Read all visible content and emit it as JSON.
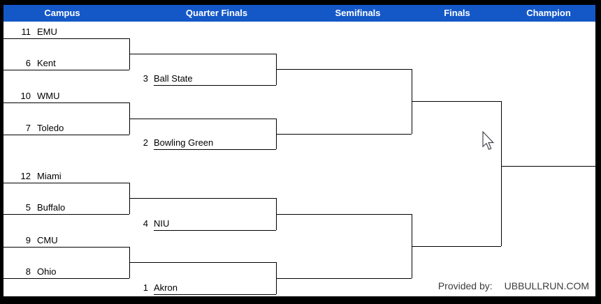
{
  "header": {
    "columns": [
      "Campus",
      "Quarter Finals",
      "Semifinals",
      "Finals",
      "Champion"
    ],
    "background_color": "#1458C8",
    "text_color": "#FFFFFF"
  },
  "bracket": {
    "campus_round": [
      {
        "seed": "11",
        "name": "EMU"
      },
      {
        "seed": "6",
        "name": "Kent"
      },
      {
        "seed": "10",
        "name": "WMU"
      },
      {
        "seed": "7",
        "name": "Toledo"
      },
      {
        "seed": "12",
        "name": "Miami"
      },
      {
        "seed": "5",
        "name": "Buffalo"
      },
      {
        "seed": "9",
        "name": "CMU"
      },
      {
        "seed": "8",
        "name": "Ohio"
      }
    ],
    "quarter_finals": [
      {
        "seed": "3",
        "name": "Ball State"
      },
      {
        "seed": "2",
        "name": "Bowling Green"
      },
      {
        "seed": "4",
        "name": "NIU"
      },
      {
        "seed": "1",
        "name": "Akron"
      }
    ]
  },
  "footer": {
    "provided_by_label": "Provided by:",
    "site_name": "UBBULLRUN.COM"
  },
  "icons": {
    "cursor": "arrow-pointer"
  },
  "colors": {
    "line": "#000000",
    "team_text": "#000000",
    "footer_text": "#3C3C3C",
    "border": "#000000",
    "canvas": "#FFFFFF"
  }
}
